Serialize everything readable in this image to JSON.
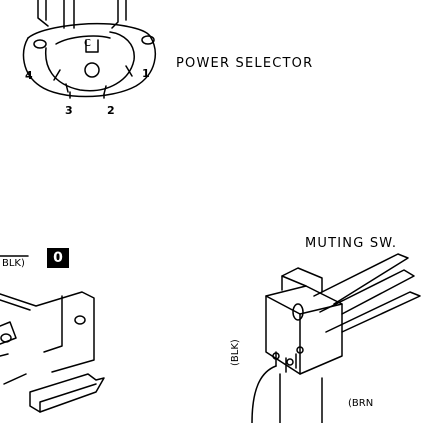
{
  "power_selector": {
    "title": "POWER SELECTOR",
    "pins": {
      "p1": "1",
      "p2": "2",
      "p3": "3",
      "p4": "4"
    },
    "inner_label": "C"
  },
  "left_part": {
    "wire_label": "BLK)",
    "badge": "0"
  },
  "muting_switch": {
    "title": "MUTING SW.",
    "wire_label_left": "(BLK)",
    "wire_label_right": "(BRN"
  }
}
